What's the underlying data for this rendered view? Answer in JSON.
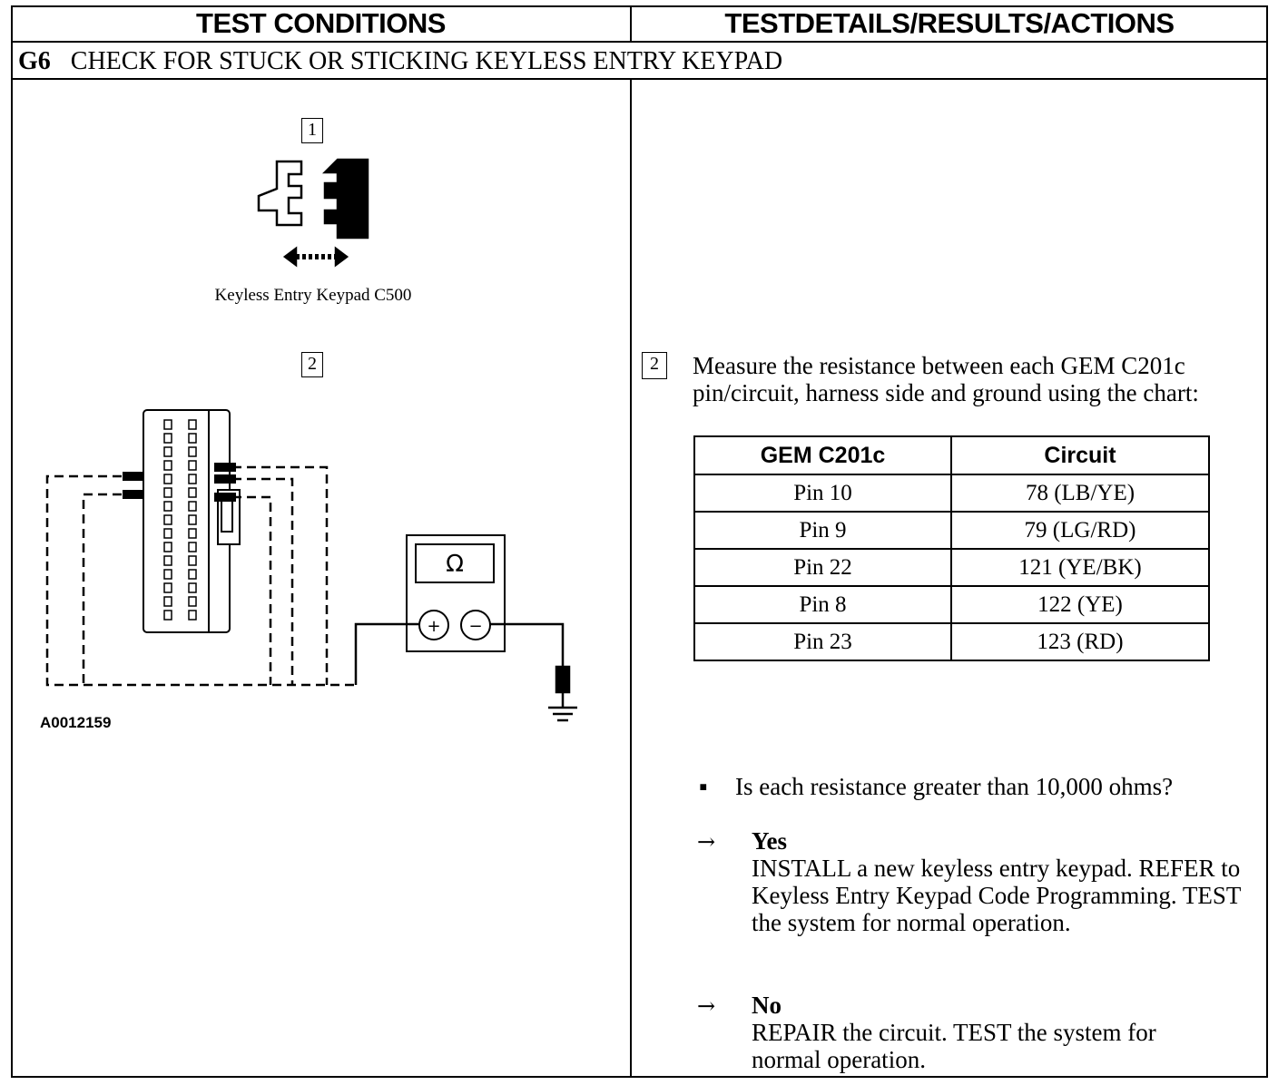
{
  "header": {
    "left": "TEST CONDITIONS",
    "right": "TESTDETAILS/RESULTS/ACTIONS"
  },
  "step": {
    "code": "G6",
    "title": "CHECK FOR STUCK OR STICKING KEYLESS ENTRY KEYPAD"
  },
  "illustration": {
    "callout_1": "1",
    "connector_caption": "Keyless Entry Keypad C500",
    "callout_2": "2",
    "meter_symbol": "Ω",
    "plus_symbol": "+",
    "minus_symbol": "−",
    "figure_id": "A0012159"
  },
  "details": {
    "step_number": "2",
    "instruction": "Measure the resistance between each GEM C201c pin/circuit, harness side and ground using the chart:",
    "table": {
      "headers": [
        "GEM C201c",
        "Circuit"
      ],
      "rows": [
        [
          "Pin 10",
          "78 (LB/YE)"
        ],
        [
          "Pin 9",
          "79 (LG/RD)"
        ],
        [
          "Pin 22",
          "121 (YE/BK)"
        ],
        [
          "Pin 8",
          "122 (YE)"
        ],
        [
          "Pin 23",
          "123 (RD)"
        ]
      ]
    },
    "question": "Is each resistance greater than 10,000 ohms?",
    "bullet": "▪",
    "arrow": "→",
    "yes": {
      "label": "Yes",
      "text": "INSTALL a new keyless entry keypad. REFER to Keyless Entry Keypad Code Programming. TEST the system for normal operation."
    },
    "no": {
      "label": "No",
      "text": "REPAIR the circuit. TEST the system for normal operation."
    }
  }
}
